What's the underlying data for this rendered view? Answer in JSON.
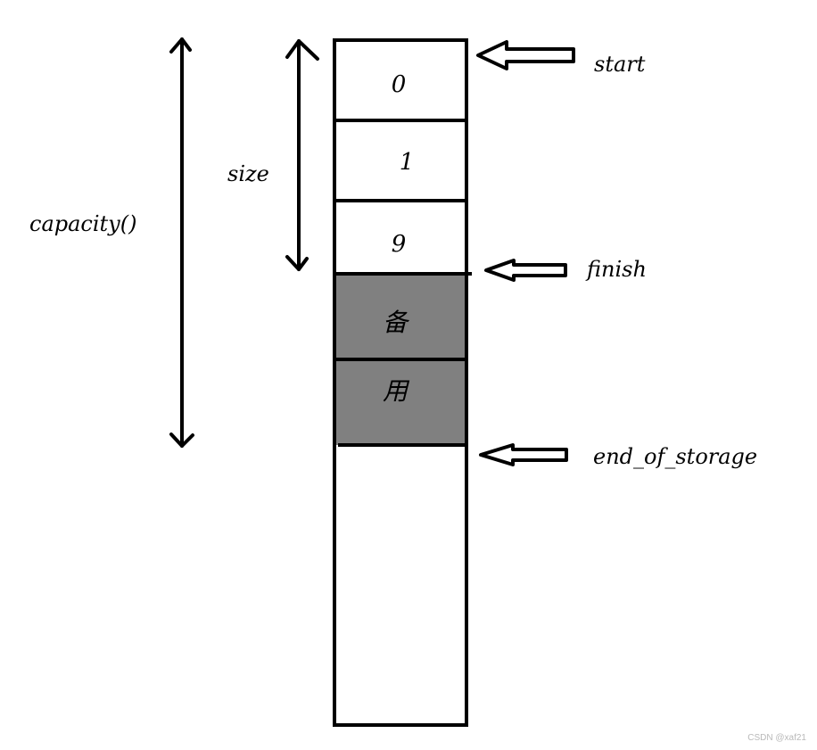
{
  "diagram": {
    "cells": [
      "0",
      "1",
      "9",
      "备",
      "用"
    ],
    "pointers": {
      "start": "start",
      "finish": "finish",
      "end_of_storage": "end_of_storage"
    },
    "dimensions": {
      "size": "size",
      "capacity": "capacity()"
    },
    "colors": {
      "used_cell_fill": "#ffffff",
      "reserved_cell_fill": "#808080",
      "stroke": "#000000"
    }
  },
  "watermark": "CSDN @xaf21"
}
